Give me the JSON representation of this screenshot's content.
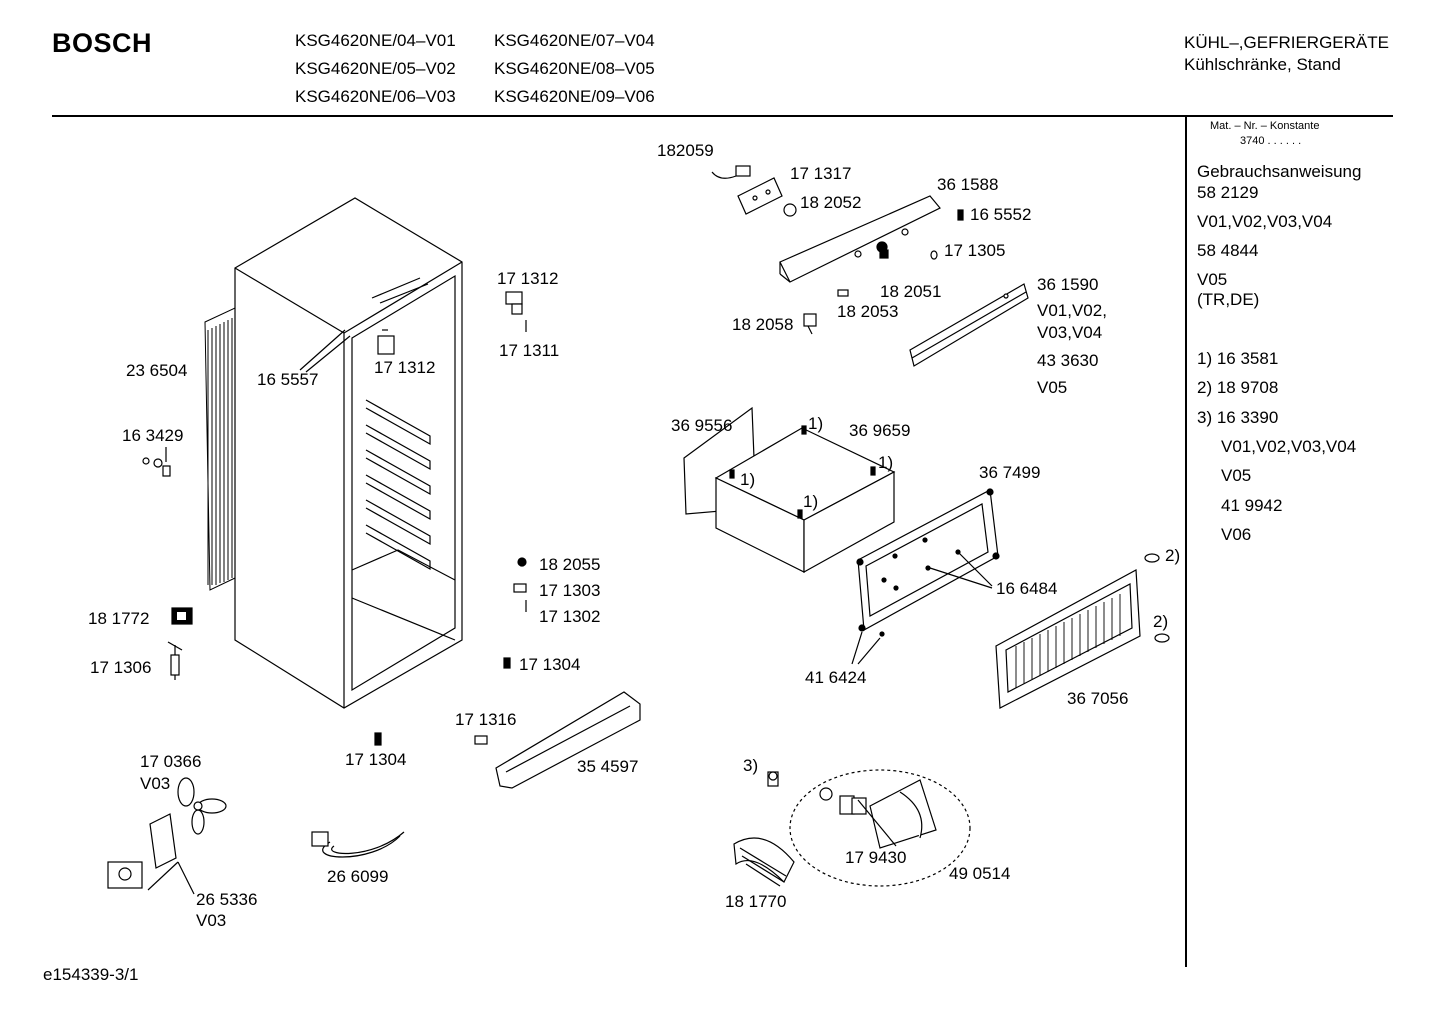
{
  "header": {
    "brand": "BOSCH",
    "models": [
      "KSG4620NE/04–V01",
      "KSG4620NE/07–V04",
      "KSG4620NE/05–V02",
      "KSG4620NE/08–V05",
      "KSG4620NE/06–V03",
      "KSG4620NE/09–V06"
    ],
    "category_line1": "KÜHL–,GEFRIERGERÄTE",
    "category_line2": "Kühlschränke, Stand"
  },
  "sidebar": {
    "mat_header": "Mat. – Nr. – Konstante",
    "mat_value": "3740 . .  . . . .",
    "lines": [
      "Gebrauchsanweisung",
      "58 2129",
      "V01,V02,V03,V04",
      "58 4844",
      "V05",
      "(TR,DE)",
      "1) 16 3581",
      "2) 18 9708",
      "3) 16 3390",
      "V01,V02,V03,V04",
      "V05",
      "41 9942",
      "V06"
    ]
  },
  "parts": [
    "182059",
    "17 1317",
    "18 2052",
    "36 1588",
    "16 5552",
    "17 1305",
    "18 2051",
    "18 2053",
    "18 2058",
    "36 1590",
    "V01,V02,",
    "V03,V04",
    "43 3630",
    "V05",
    "17 1312",
    "17 1311",
    "16 5557",
    "17 1312",
    "23 6504",
    "16 3429",
    "36 9556",
    "1)",
    "36 9659",
    "1)",
    "1)",
    "1)",
    "36 7499",
    "18 2055",
    "17 1303",
    "17 1302",
    "16 6484",
    "2)",
    "2)",
    "18 1772",
    "17 1306",
    "17 1304",
    "41 6424",
    "36 7056",
    "17 1316",
    "17 0366",
    "V03",
    "17 1304",
    "35 4597",
    "3)",
    "17 9430",
    "49 0514",
    "26 6099",
    "18 1770",
    "26 5336",
    "V03"
  ],
  "footer": {
    "doc_id": "e154339-3/1"
  }
}
